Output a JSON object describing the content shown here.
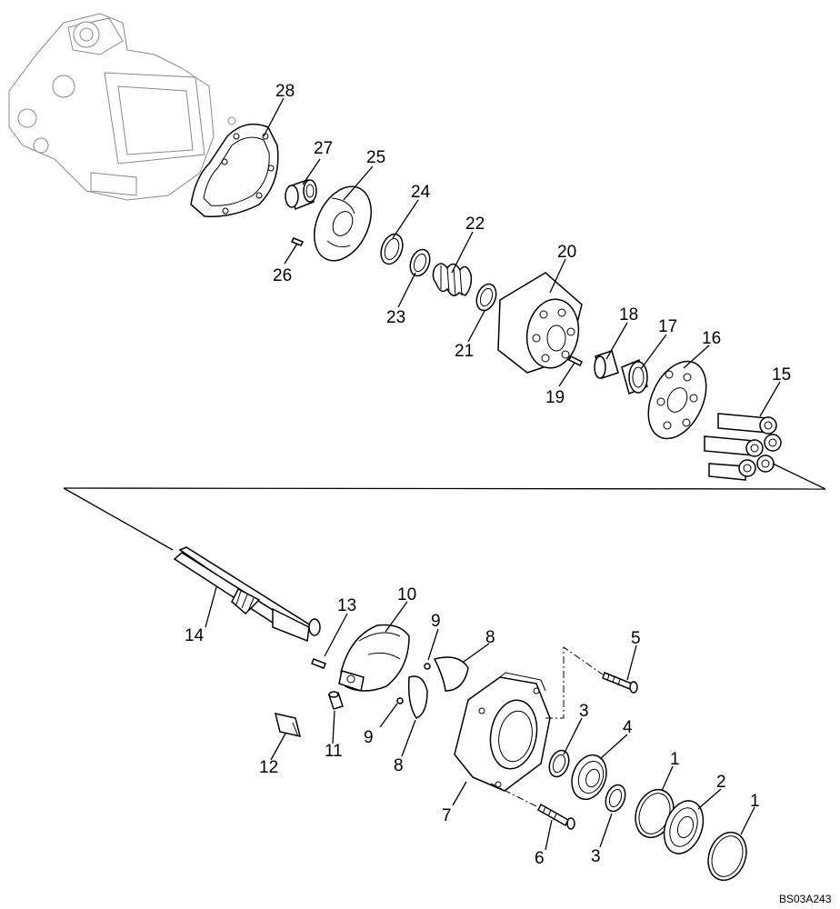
{
  "diagram": {
    "reference_code": "BS03A243",
    "callouts": [
      "28",
      "27",
      "25",
      "24",
      "22",
      "20",
      "26",
      "23",
      "21",
      "18",
      "17",
      "16",
      "15",
      "19",
      "13",
      "10",
      "9",
      "8",
      "5",
      "14",
      "3",
      "4",
      "1",
      "2",
      "12",
      "11",
      "7",
      "6"
    ],
    "explode_line_style": "dash-dot"
  }
}
